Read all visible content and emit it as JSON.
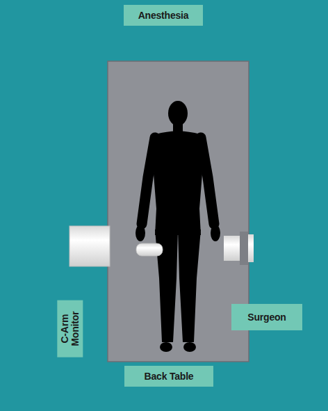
{
  "diagram": {
    "nodes": [
      {
        "text": [
          "Anesthesia"
        ]
      },
      {
        "text": [
          "C-Arm Monitor"
        ]
      },
      {
        "text": [
          "Surgeon"
        ]
      },
      {
        "text": [
          "Back Table"
        ]
      }
    ]
  }
}
